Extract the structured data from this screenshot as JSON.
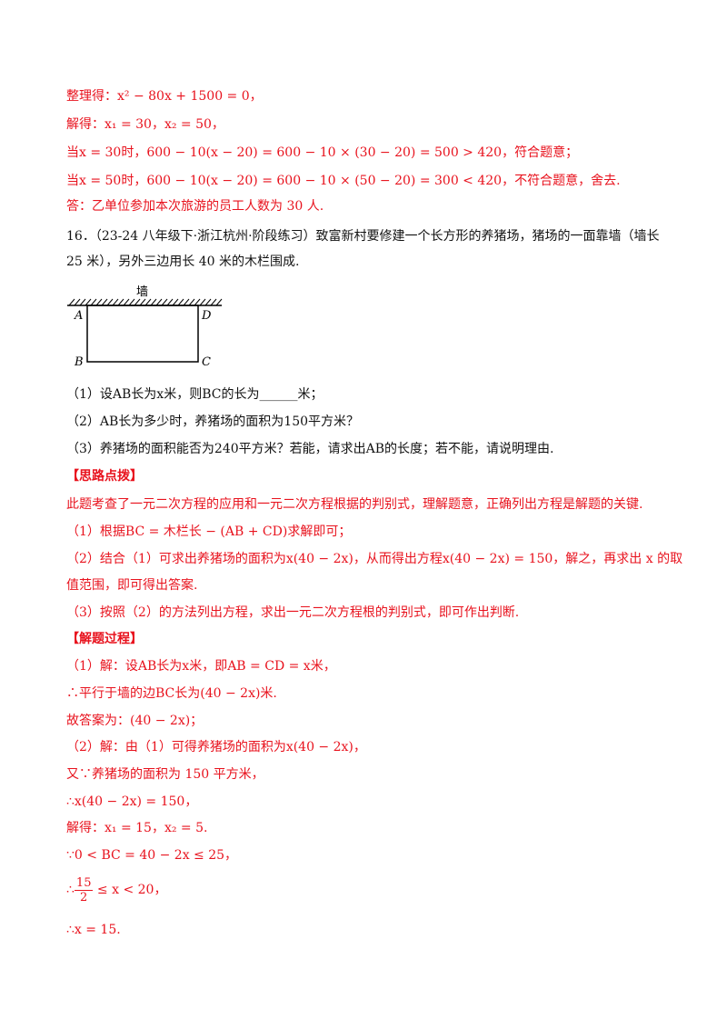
{
  "lines": {
    "l1": "整理得：x² − 80x + 1500 = 0，",
    "l2": "解得：x₁ = 30，x₂ = 50，",
    "l3": "当x = 30时，600 − 10(x − 20) = 600 − 10 × (30 − 20) = 500 > 420，符合题意；",
    "l4": "当x = 50时，600 − 10(x − 20) = 600 − 10 × (50 − 20) = 300 < 420，不符合题意，舍去.",
    "l5": "答：乙单位参加本次旅游的员工人数为 30 人.",
    "q16a": "16．（23-24 八年级下·浙江杭州·阶段练习）致富新村要修建一个长方形的养猪场，猪场的一面靠墙（墙长",
    "q16b": "25 米），另外三边用长 40 米的木栏围成.",
    "q1": "（1）设AB长为x米，则BC的长为______米；",
    "q2": "（2）AB长为多少时，养猪场的面积为150平方米？",
    "q3": "（3）养猪场的面积能否为240平方米？若能，请求出AB的长度；若不能，请说明理由.",
    "h1": "【思路点拨】",
    "t1": "此题考查了一元二次方程的应用和一元二次方程根据的判别式，理解题意，正确列出方程是解题的关键.",
    "t2": "（1）根据BC = 木栏长 − (AB + CD)求解即可；",
    "t3": "（2）结合（1）可求出养猪场的面积为x(40 − 2x)，从而得出方程x(40 − 2x) = 150，解之，再求出 x 的取",
    "t4": "值范围，即可得出答案.",
    "t5": "（3）按照（2）的方法列出方程，求出一元二次方程根的判别式，即可作出判断.",
    "h2": "【解题过程】",
    "s1": "（1）解：设AB长为x米，即AB = CD = x米，",
    "s2": "∴平行于墙的边BC长为(40 − 2x)米.",
    "s3": "故答案为：(40 − 2x)；",
    "s4": "（2）解：由（1）可得养猪场的面积为x(40 − 2x)，",
    "s5": "又∵养猪场的面积为 150 平方米，",
    "s6": "∴x(40 − 2x) = 150，",
    "s7": "解得：x₁ = 15，x₂ = 5.",
    "s8": "∵0 < BC = 40 − 2x ≤ 25，",
    "s9_pre": "∴",
    "s9_num": "15",
    "s9_den": "2",
    "s9_post": "≤ x < 20，",
    "s10": "∴x = 15."
  },
  "figure": {
    "wall_label": "墙",
    "A": "A",
    "B": "B",
    "C": "C",
    "D": "D"
  },
  "colors": {
    "answer": "#e8121d",
    "text": "#111111"
  }
}
